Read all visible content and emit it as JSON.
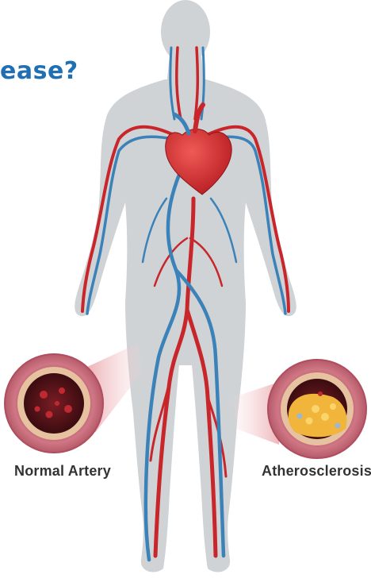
{
  "heading": {
    "text": "ease?"
  },
  "labels": {
    "normal_artery": "Normal Artery",
    "atherosclerosis": "Atherosclerosis"
  },
  "colors": {
    "heading": "#1f6fb2",
    "body_silhouette": "#cfd3d6",
    "artery_red": "#c8262b",
    "vein_blue": "#3b82b8",
    "heart_red": "#d42a2f",
    "vessel_wall": "#c96c76",
    "plaque_yellow": "#f0b53a",
    "caption": "#333333"
  }
}
